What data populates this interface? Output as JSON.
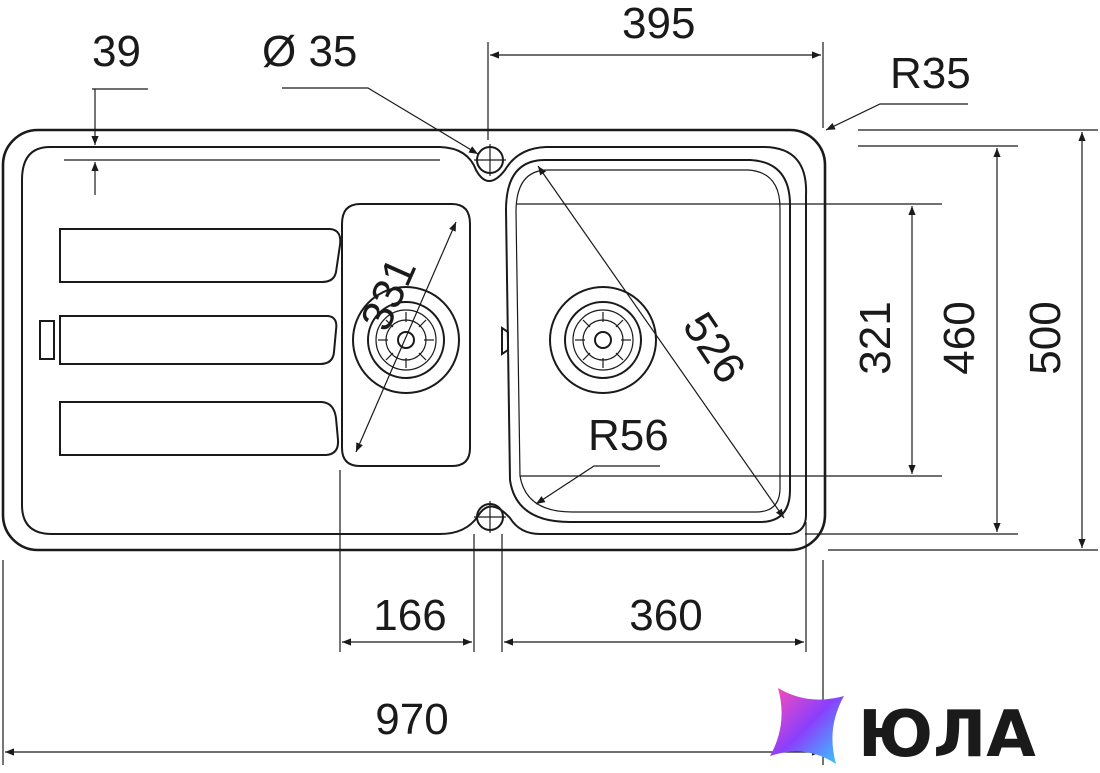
{
  "dimensions": {
    "drainer_rim_offset": "39",
    "tap_hole_diameter": "Ø 35",
    "main_bowl_width_top": "395",
    "corner_radius_outer": "R35",
    "small_bowl_diagonal": "331",
    "main_bowl_diagonal": "526",
    "main_bowl_height": "321",
    "inner_height": "460",
    "overall_height": "500",
    "main_bowl_corner_radius": "R56",
    "small_bowl_width": "166",
    "main_bowl_width": "360",
    "overall_width": "970"
  },
  "logo": {
    "text": "ЮЛА",
    "colors": [
      "#ff4fb3",
      "#8a3ffc",
      "#2fd3ff"
    ]
  }
}
